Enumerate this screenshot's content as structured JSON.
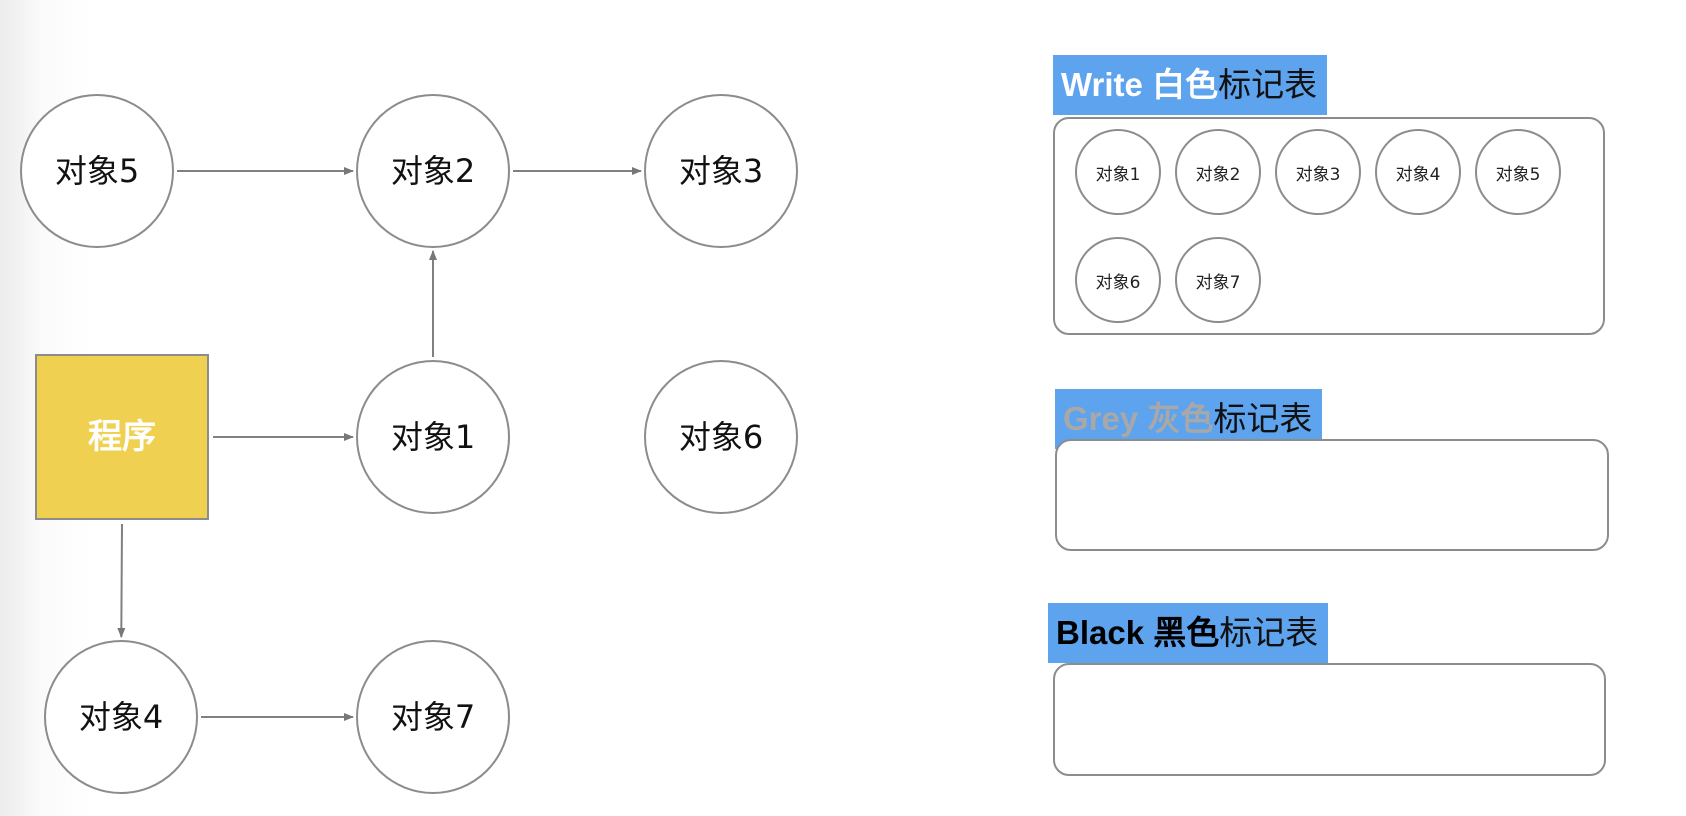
{
  "graph": {
    "program_label": "程序",
    "nodes": [
      {
        "id": "obj5",
        "label": "对象5"
      },
      {
        "id": "obj2",
        "label": "对象2"
      },
      {
        "id": "obj3",
        "label": "对象3"
      },
      {
        "id": "obj1",
        "label": "对象1"
      },
      {
        "id": "obj6",
        "label": "对象6"
      },
      {
        "id": "obj4",
        "label": "对象4"
      },
      {
        "id": "obj7",
        "label": "对象7"
      }
    ],
    "edges": [
      [
        "obj5",
        "obj2"
      ],
      [
        "obj2",
        "obj3"
      ],
      [
        "program",
        "obj1"
      ],
      [
        "obj1",
        "obj2"
      ],
      [
        "program",
        "obj4"
      ],
      [
        "obj4",
        "obj7"
      ]
    ]
  },
  "panels": {
    "white": {
      "title_en": "Write",
      "title_color_word": "白色",
      "title_suffix": "标记表",
      "items": [
        "对象1",
        "对象2",
        "对象3",
        "对象4",
        "对象5",
        "对象6",
        "对象7"
      ]
    },
    "grey": {
      "title_en": "Grey",
      "title_color_word": "灰色",
      "title_suffix": "标记表",
      "items": []
    },
    "black": {
      "title_en": "Black",
      "title_color_word": "黑色",
      "title_suffix": "标记表",
      "items": []
    }
  },
  "colors": {
    "program_fill": "#f0d050",
    "title_bg": "#5ea3ee",
    "white_title_text": "#ffffff",
    "grey_title_text": "#a8a8a8",
    "black_title_text": "#000000",
    "stroke": "#8c8c8c"
  }
}
